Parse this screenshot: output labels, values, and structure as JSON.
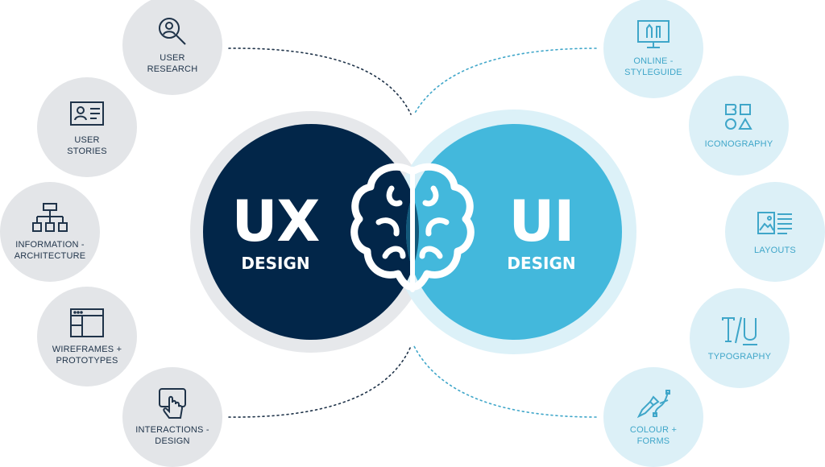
{
  "center": {
    "ux_title": "UX",
    "ux_subtitle": "DESIGN",
    "ui_title": "UI",
    "ui_subtitle": "DESIGN",
    "center_icon": "brain-icon"
  },
  "ux_items": [
    {
      "label": "USER\nRESEARCH",
      "icon": "user-search-icon"
    },
    {
      "label": "USER\nSTORIES",
      "icon": "id-card-icon"
    },
    {
      "label": "INFORMATION -\nARCHITECTURE",
      "icon": "sitemap-icon"
    },
    {
      "label": "WIREFRAMES +\nPROTOTYPES",
      "icon": "browser-window-icon"
    },
    {
      "label": "INTERACTIONS -\nDESIGN",
      "icon": "tap-gesture-icon"
    }
  ],
  "ui_items": [
    {
      "label": "ONLINE -\nSTYLEGUIDE",
      "icon": "monitor-pens-icon"
    },
    {
      "label": "ICONOGRAPHY",
      "icon": "shapes-icon"
    },
    {
      "label": "LAYOUTS",
      "icon": "layout-icon"
    },
    {
      "label": "TYPOGRAPHY",
      "icon": "type-icon"
    },
    {
      "label": "COLOUR +\nFORMS",
      "icon": "pen-tools-icon"
    }
  ],
  "colors": {
    "ux_dark": "#022649",
    "ui_light": "#43b8dc",
    "ux_ring": "#e6e8eb",
    "ui_ring": "#dcf1f8",
    "ux_bubble": "#e3e5e8",
    "ui_bubble": "#dcf0f7"
  }
}
